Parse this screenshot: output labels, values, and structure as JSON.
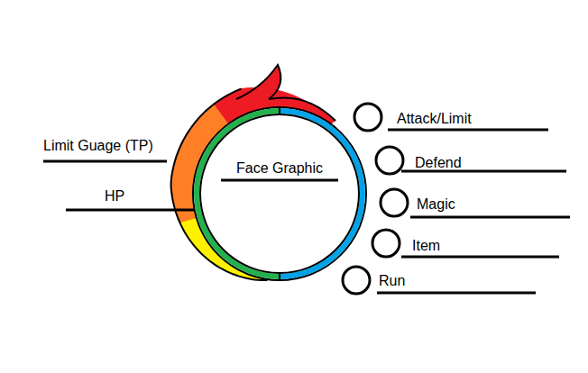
{
  "diagram": {
    "nodes": [
      {
        "text": [
          "Face Graphic"
        ]
      },
      {
        "text": [
          "Attack/Limit"
        ]
      },
      {
        "text": [
          "Defend"
        ]
      },
      {
        "text": [
          "Magic"
        ]
      },
      {
        "text": [
          "Item"
        ]
      },
      {
        "text": [
          "Run"
        ]
      }
    ],
    "labels": [
      "Limit Guage (TP)",
      "HP"
    ]
  }
}
